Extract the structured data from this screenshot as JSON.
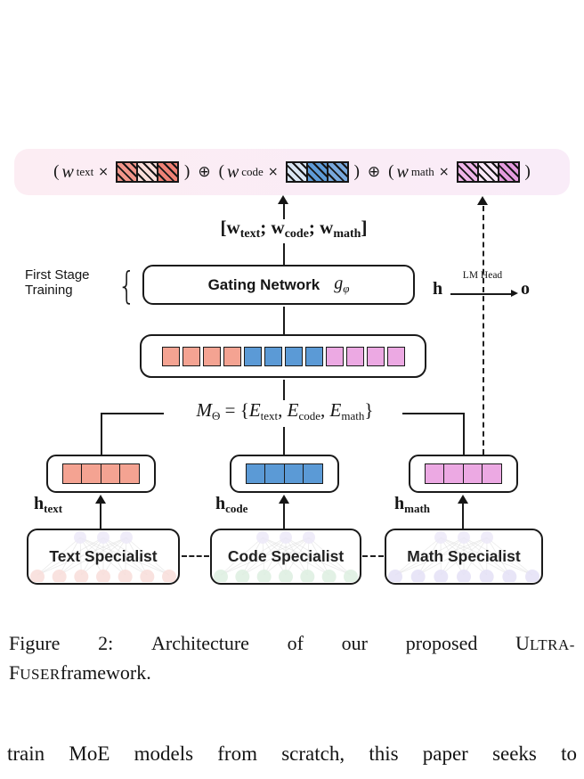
{
  "palette": {
    "salmon": "#F4A392",
    "blue": "#5B9AD6",
    "pink": "#ECA9E3"
  },
  "banner": {
    "oplus": "⊕",
    "terms": [
      {
        "paren_open": "(",
        "w": "w",
        "sub": "text",
        "times": "×",
        "hatch": [
          "#F0968B",
          "#F9DEDA",
          "#EE8175"
        ],
        "paren_close": ")"
      },
      {
        "paren_open": "(",
        "w": "w",
        "sub": "code",
        "times": "×",
        "hatch": [
          "#D9E5F2",
          "#5E9BD7",
          "#78A8DC"
        ],
        "paren_close": ")"
      },
      {
        "paren_open": "(",
        "w": "w",
        "sub": "math",
        "times": "×",
        "hatch": [
          "#EDB5E7",
          "#F8E7F7",
          "#E39BDD"
        ],
        "paren_close": ")"
      }
    ]
  },
  "concat_label": {
    "open": "[",
    "w1": "w",
    "s1": "text",
    "sep1": ";",
    "w2": "w",
    "s2": "code",
    "sep2": ";",
    "w3": "w",
    "s3": "math",
    "close": "]"
  },
  "stage_label": {
    "line1": "First Stage",
    "line2": "Training",
    "brace": "{"
  },
  "gating": {
    "title": "Gating Network",
    "symbol": "g",
    "symbol_sub": "φ"
  },
  "lm_head": {
    "h": "h",
    "label": "LM Head",
    "o": "o"
  },
  "tokens": [
    "salmon",
    "salmon",
    "salmon",
    "salmon",
    "blue",
    "blue",
    "blue",
    "blue",
    "pink",
    "pink",
    "pink",
    "pink"
  ],
  "mtheta": {
    "m": "M",
    "m_sub": "Θ",
    "eq": " = {",
    "e1": "E",
    "e1_sub": "text",
    "c1": ", ",
    "e2": "E",
    "e2_sub": "code",
    "c2": ", ",
    "e3": "E",
    "e3_sub": "math",
    "close": "}"
  },
  "hboxes": {
    "text": {
      "squares": [
        "salmon",
        "salmon",
        "salmon",
        "salmon"
      ],
      "h": "h",
      "sub": "text"
    },
    "code": {
      "squares": [
        "blue",
        "blue",
        "blue",
        "blue"
      ],
      "h": "h",
      "sub": "code"
    },
    "math": {
      "squares": [
        "pink",
        "pink",
        "pink",
        "pink"
      ],
      "h": "h",
      "sub": "math"
    }
  },
  "specialists": [
    {
      "label": "Text Specialist",
      "tint": "#F8DFDC"
    },
    {
      "label": "Code Specialist",
      "tint": "#DFF0E2"
    },
    {
      "label": "Math Specialist",
      "tint": "#E6E2F6"
    }
  ],
  "top_tint": "#ECE9F8",
  "caption": {
    "words": [
      "Figure",
      "2:",
      "Architecture",
      "of",
      "our",
      "proposed"
    ],
    "lastword_cap": "U",
    "lastword_sc": "LTRA-",
    "line2_cap": "F",
    "line2_sc": "USER",
    "line2_rest": "framework."
  },
  "body_words": [
    "train",
    "MoE",
    "models",
    "from",
    "scratch,",
    "this",
    "paper",
    "seeks",
    "to"
  ]
}
